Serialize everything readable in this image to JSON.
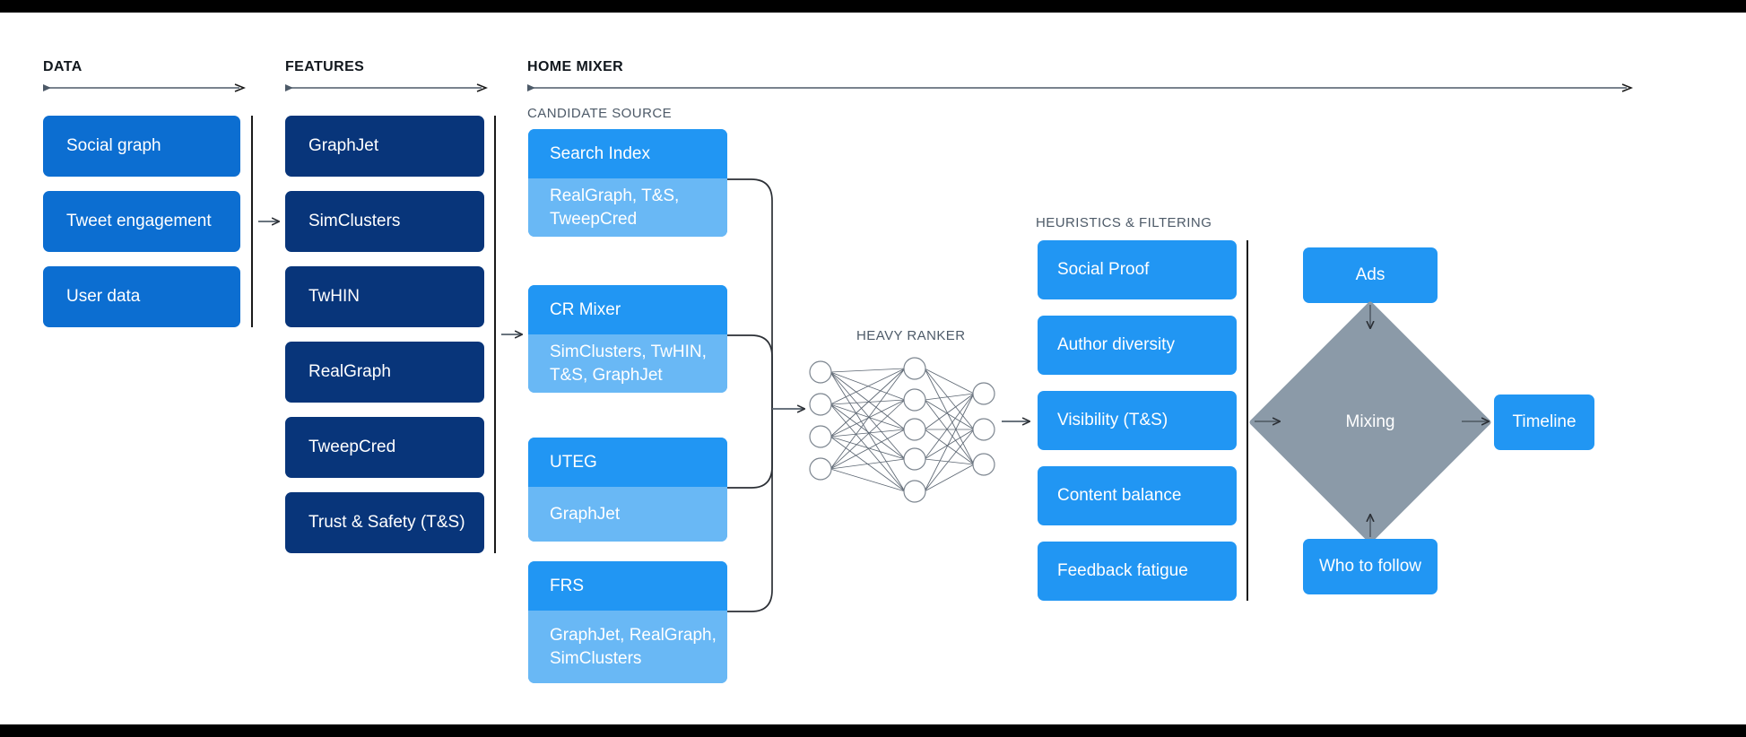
{
  "sections": {
    "data": {
      "title": "DATA"
    },
    "features": {
      "title": "FEATURES"
    },
    "home_mixer": {
      "title": "HOME MIXER"
    },
    "candidate_source": {
      "title": "CANDIDATE SOURCE"
    },
    "heavy_ranker": {
      "title": "HEAVY RANKER"
    },
    "heuristics": {
      "title": "HEURISTICS & FILTERING"
    }
  },
  "data_boxes": [
    {
      "label": "Social graph"
    },
    {
      "label": "Tweet engagement"
    },
    {
      "label": "User data"
    }
  ],
  "feature_boxes": [
    {
      "label": "GraphJet"
    },
    {
      "label": "SimClusters"
    },
    {
      "label": "TwHIN"
    },
    {
      "label": "RealGraph"
    },
    {
      "label": "TweepCred"
    },
    {
      "label": "Trust & Safety (T&S)"
    }
  ],
  "candidate_sources": [
    {
      "name": "Search Index",
      "features": "RealGraph, T&S, TweepCred"
    },
    {
      "name": "CR Mixer",
      "features": "SimClusters, TwHIN, T&S, GraphJet"
    },
    {
      "name": "UTEG",
      "features": "GraphJet"
    },
    {
      "name": "FRS",
      "features": "GraphJet, RealGraph, SimClusters"
    }
  ],
  "heuristics_boxes": [
    {
      "label": "Social Proof"
    },
    {
      "label": "Author diversity"
    },
    {
      "label": "Visibility (T&S)"
    },
    {
      "label": "Content balance"
    },
    {
      "label": "Feedback fatigue"
    }
  ],
  "output_stage": {
    "ads": "Ads",
    "mixing": "Mixing",
    "who_to_follow": "Who to follow",
    "timeline": "Timeline"
  },
  "neural_network": {
    "input_nodes": 4,
    "hidden_nodes": 5,
    "output_nodes": 3
  },
  "colors": {
    "data_blue": "#0c6ed1",
    "feature_navy": "#08357a",
    "source_blue": "#2196f3",
    "source_light_blue": "#69b8f5",
    "mixing_gray": "#8b9aa8",
    "line_gray": "#55606b",
    "letterbox": "#000000"
  }
}
